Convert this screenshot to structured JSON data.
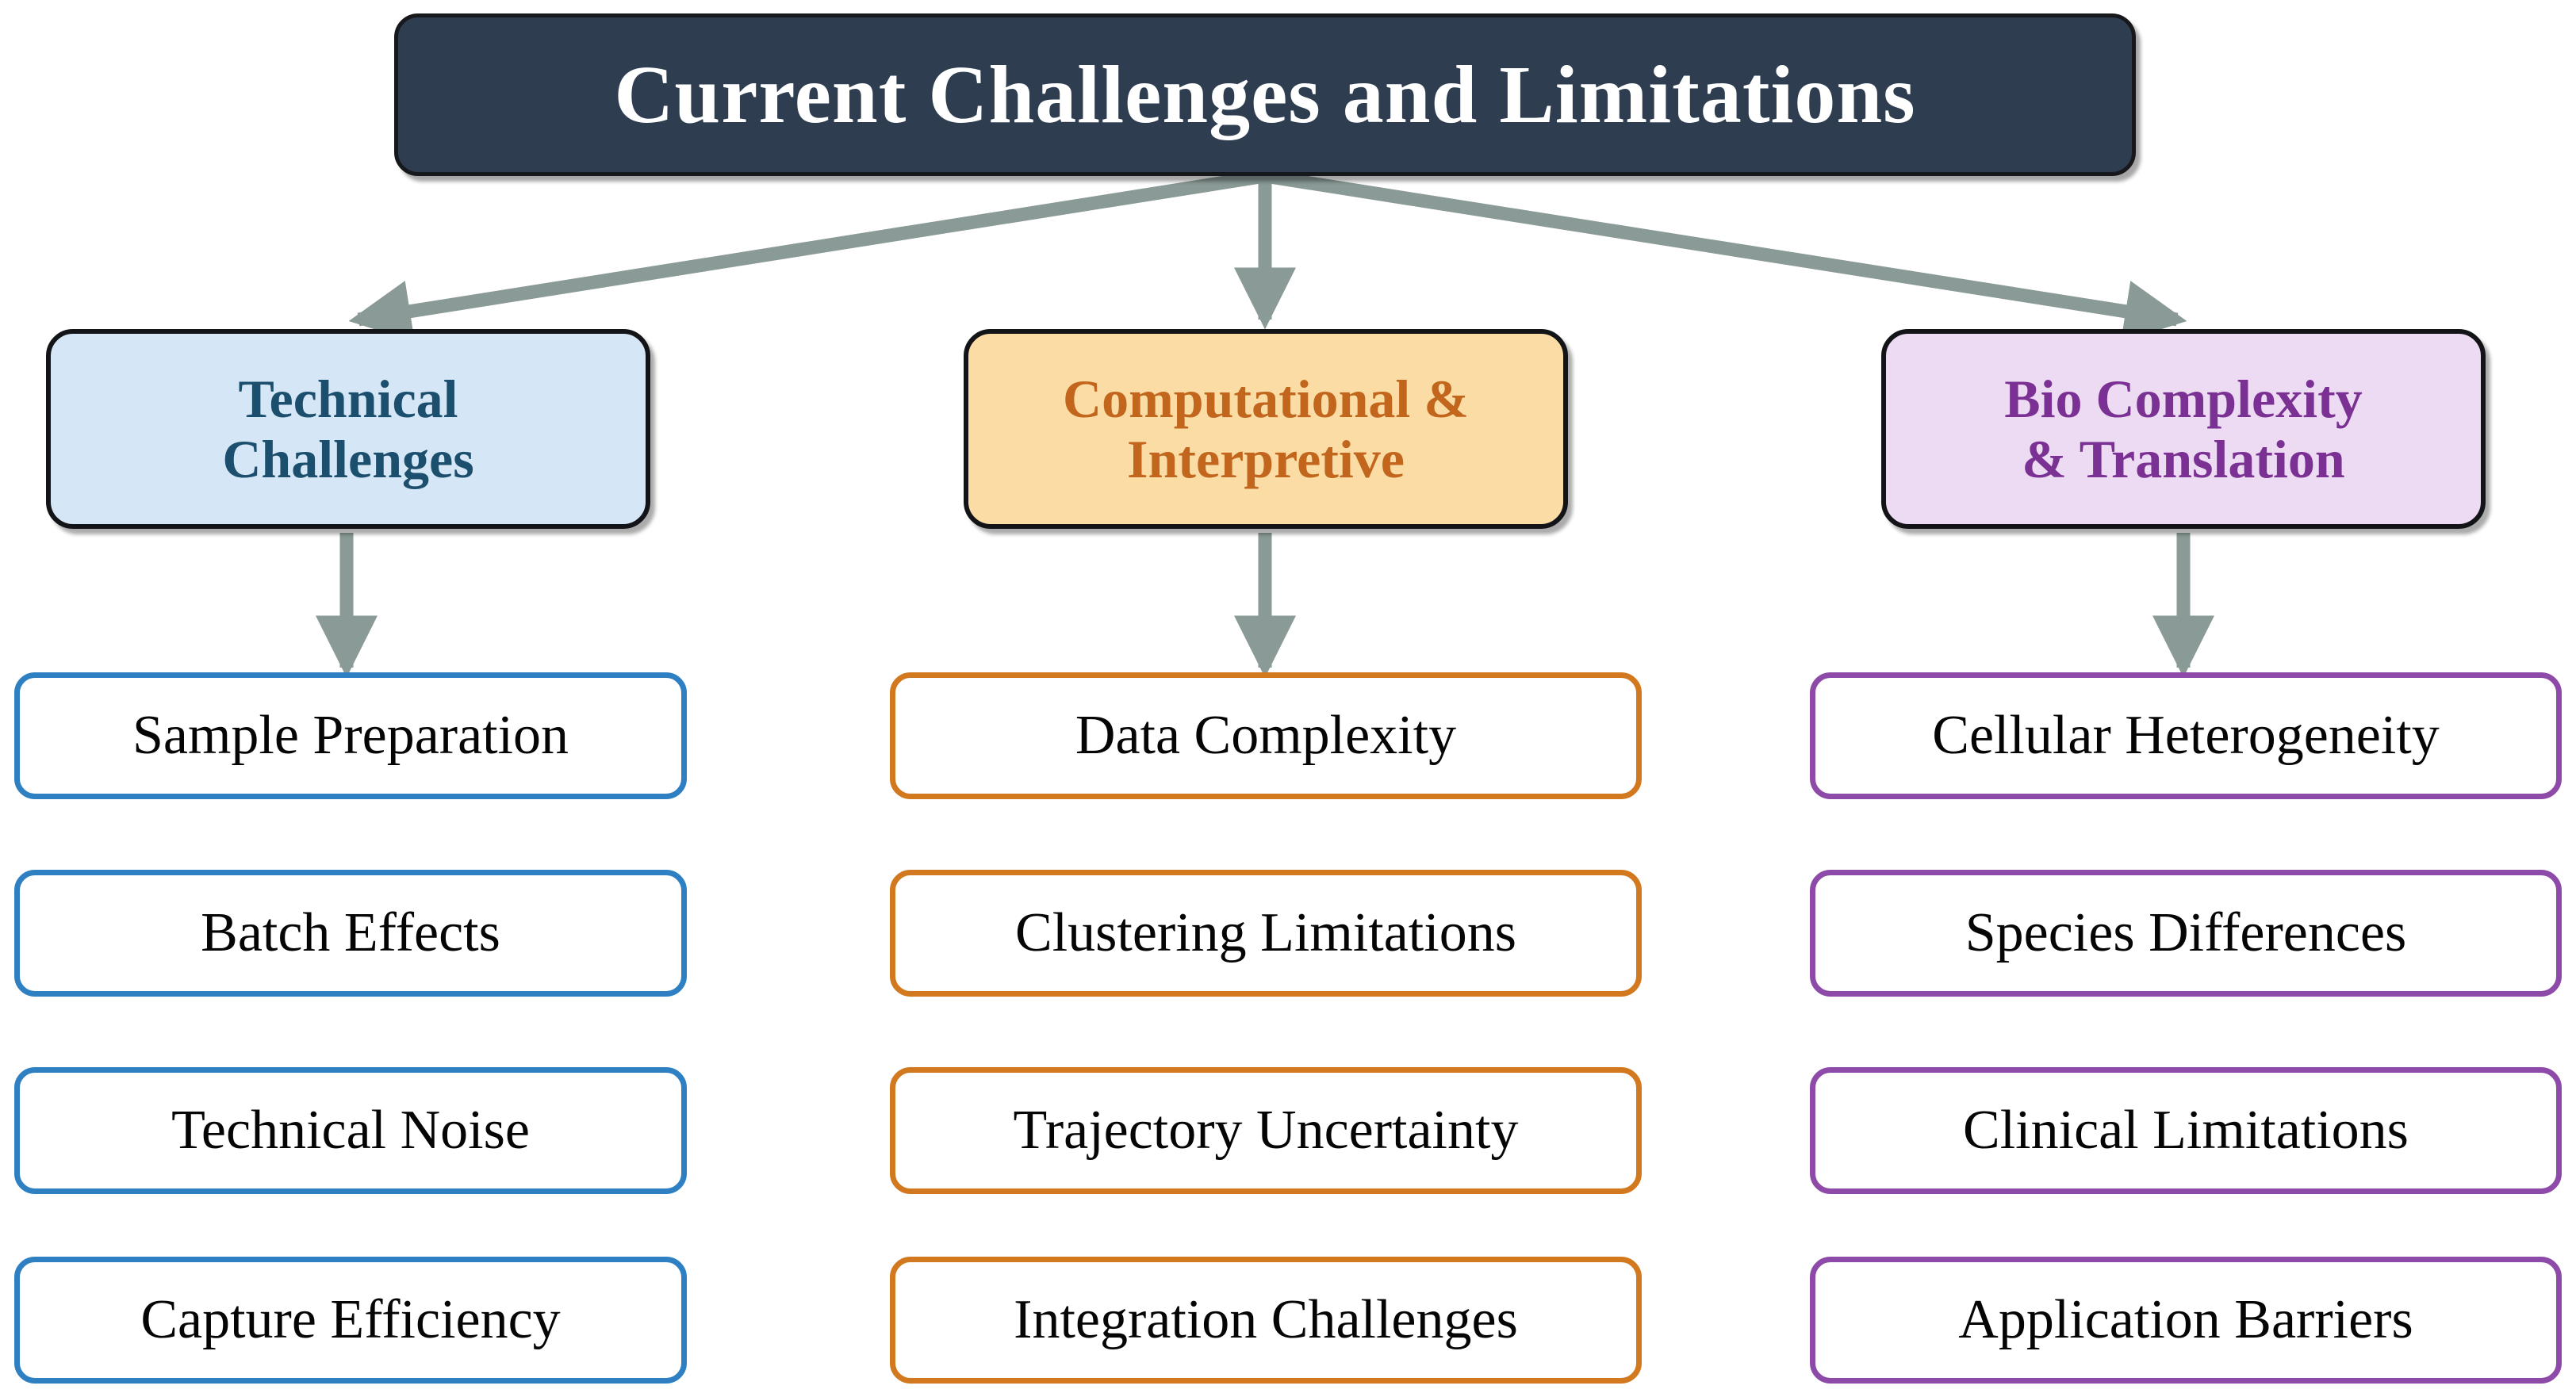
{
  "diagram": {
    "title": "Current Challenges and Limitations",
    "colors": {
      "root_fill": "#2e3e50",
      "root_text": "#ffffff",
      "connector": "#8a9a96",
      "technical_fill": "#d5e7f6",
      "technical_text": "#1c4e6e",
      "technical_border": "#2f80c2",
      "computational_fill": "#fadca4",
      "computational_text": "#c1661c",
      "computational_border": "#d2781e",
      "bio_fill": "#eddbf3",
      "bio_text": "#7a3193",
      "bio_border": "#8e4aa8",
      "leaf_fill": "#ffffff",
      "leaf_text": "#050505"
    },
    "columns": [
      {
        "category": "Technical\nChallenges",
        "items": [
          "Sample Preparation",
          "Batch Effects",
          "Technical Noise",
          "Capture Efficiency"
        ]
      },
      {
        "category": "Computational &\nInterpretive",
        "items": [
          "Data Complexity",
          "Clustering Limitations",
          "Trajectory Uncertainty",
          "Integration Challenges"
        ]
      },
      {
        "category": "Bio Complexity\n& Translation",
        "items": [
          "Cellular Heterogeneity",
          "Species Differences",
          "Clinical Limitations",
          "Application Barriers"
        ]
      }
    ]
  }
}
